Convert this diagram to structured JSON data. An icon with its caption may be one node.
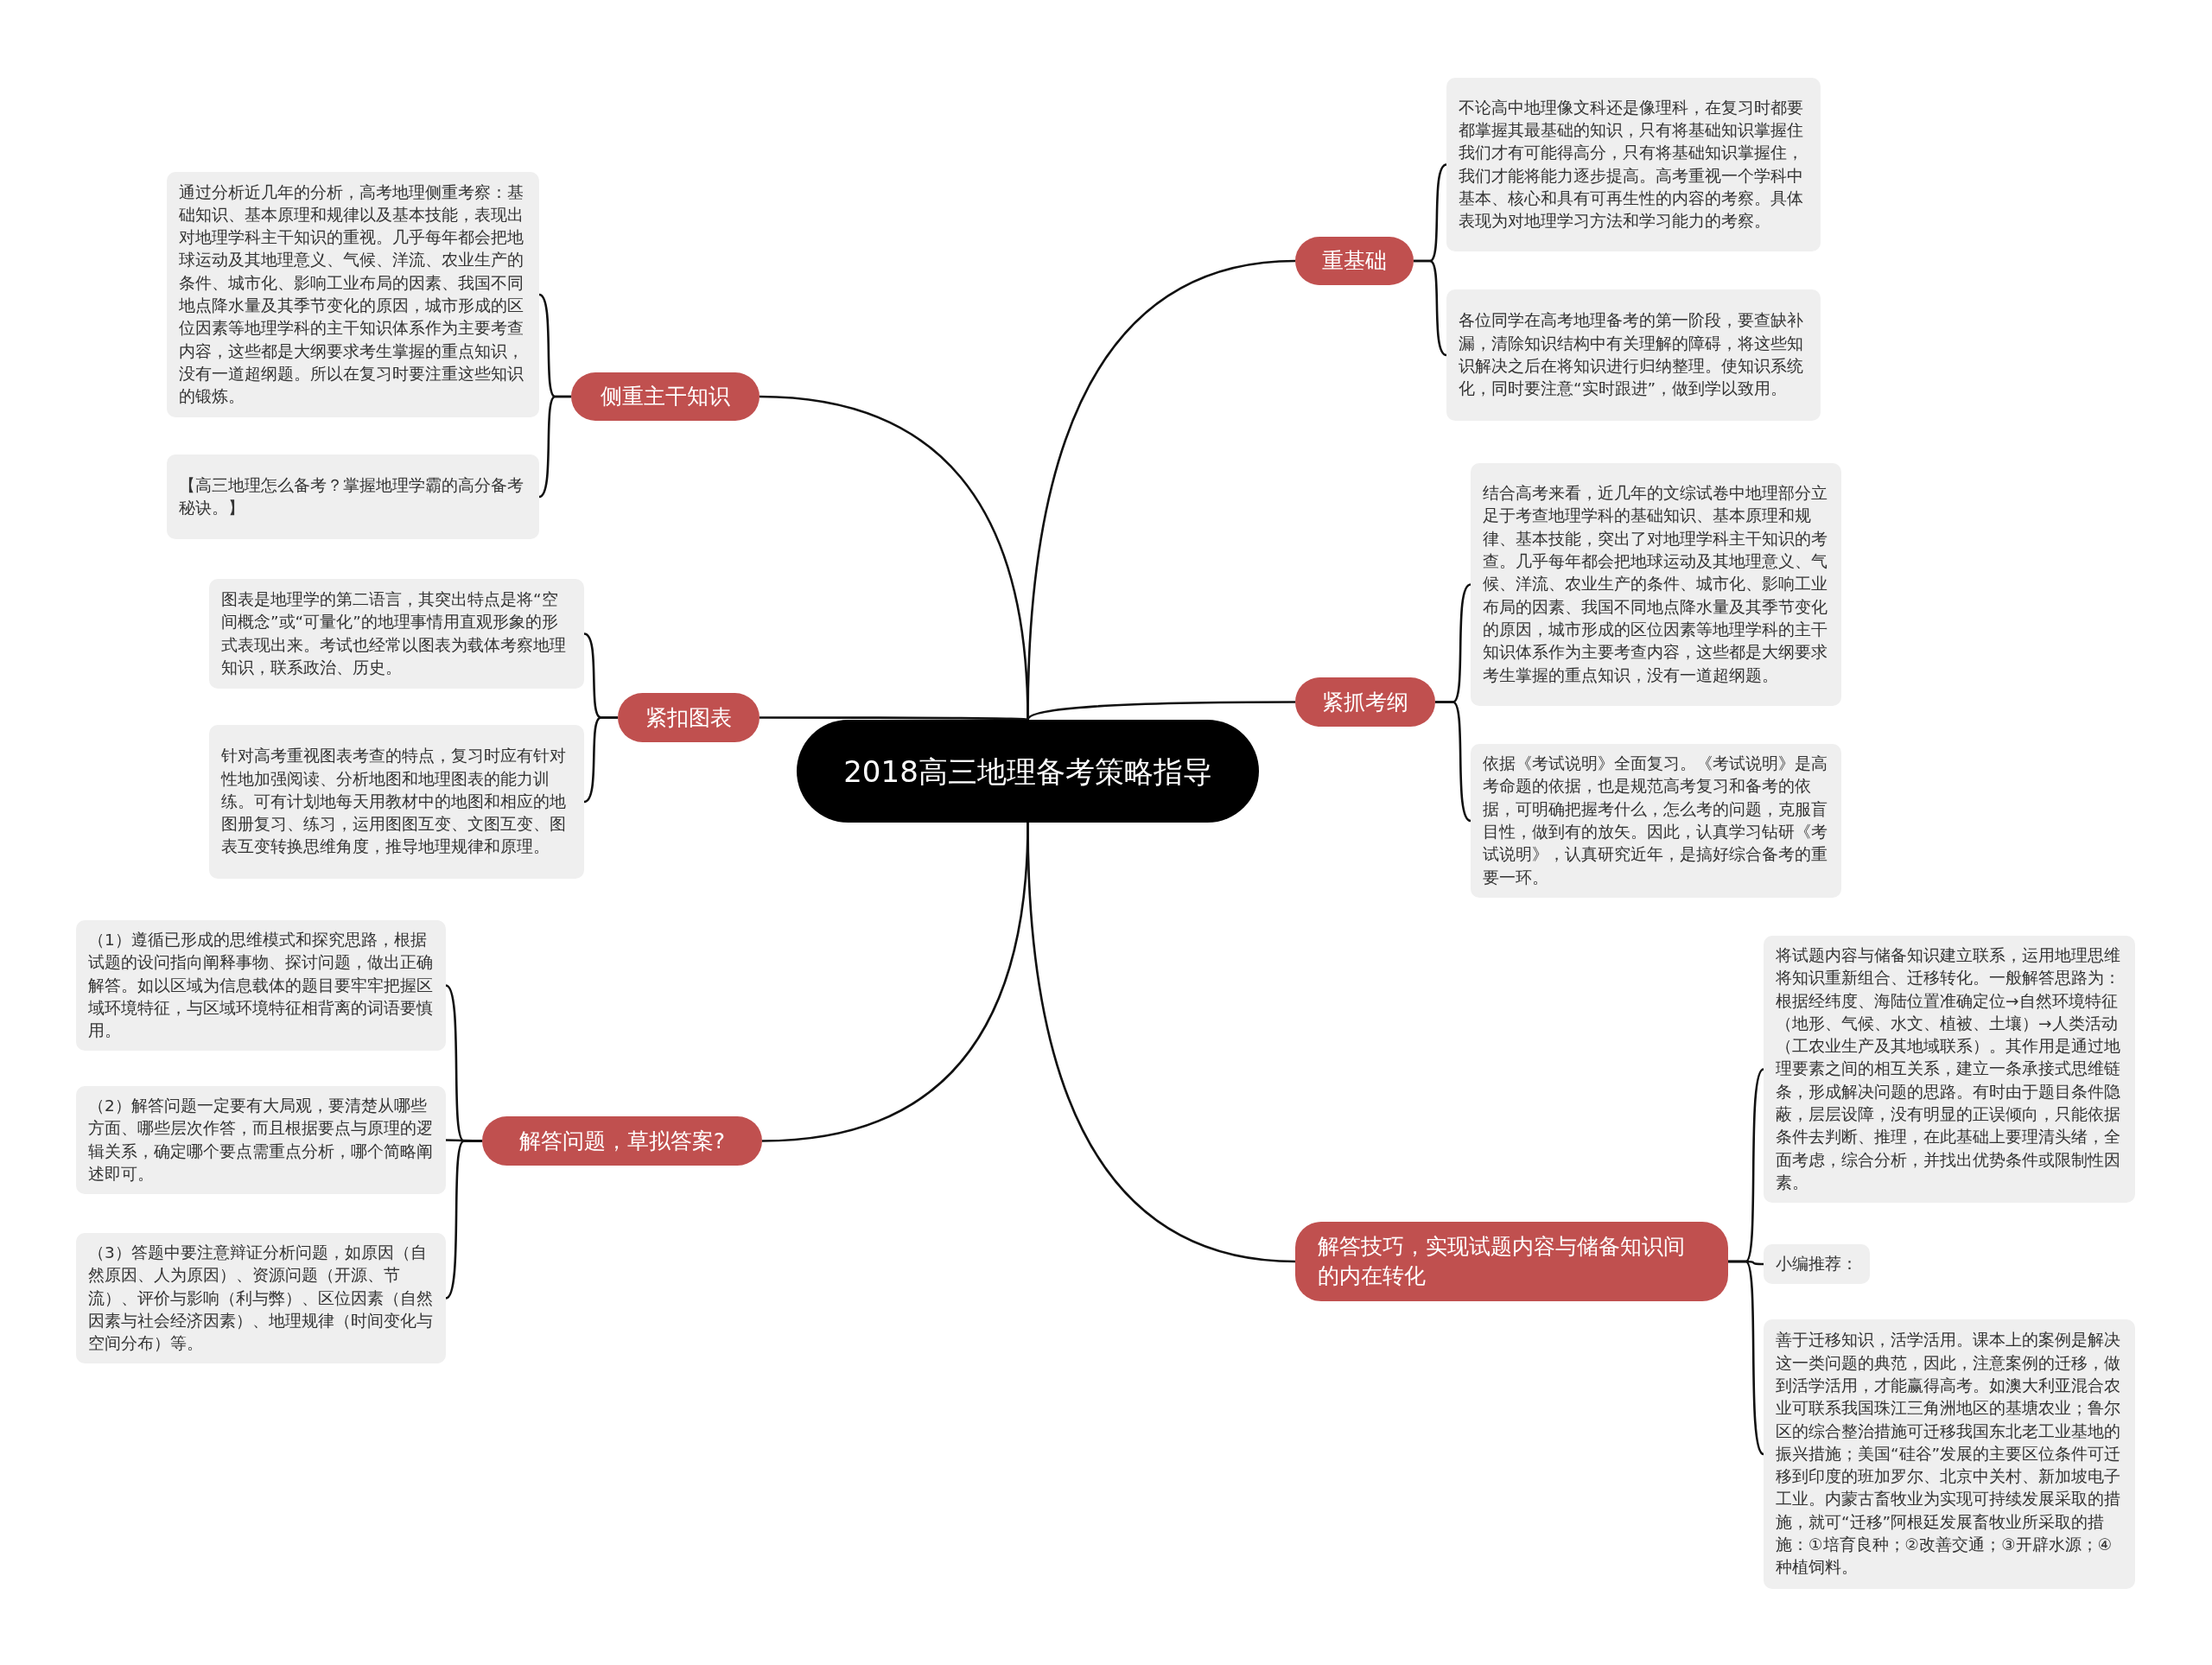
{
  "diagram": {
    "nodes": [
      {
        "text": [
          "2018高三地理备考策略指导"
        ]
      },
      {
        "text": [
          "侧重主干知识"
        ]
      },
      {
        "text": [
          "通过分析近几年的分析，高考地理侧重考察：基础知识、基本原理和规律以及基本技能，表现出对地理学科主干知识的重视。几乎每年都会把地球运动及其地理意义、气候、洋流、农业生产的条件、城市化、影响工业布局的因素、我国不同地点降水量及其季节变化的原因，城市形成的区位因素等地理学科的主干知识体系作为主要考查内容，这些都是大纲要求考生掌握的重点知识，没有一道超纲题。所以在复习时要注重这些知识的锻炼。"
        ]
      },
      {
        "text": [
          "【高三地理怎么备考？掌握地理学霸的高分备考秘诀。】"
        ]
      },
      {
        "text": [
          "紧扣图表"
        ]
      },
      {
        "text": [
          "图表是地理学的第二语言，其突出特点是将“空间概念”或“可量化”的地理事情用直观形象的形式表现出来。考试也经常以图表为载体考察地理知识，联系政治、历史。"
        ]
      },
      {
        "text": [
          "针对高考重视图表考查的特点，复习时应有针对性地加强阅读、分析地图和地理图表的能力训练。可有计划地每天用教材中的地图和相应的地图册复习、练习，运用图图互变、文图互变、图表互变转换思维角度，推导地理规律和原理。"
        ]
      },
      {
        "text": [
          "解答问题，草拟答案?"
        ]
      },
      {
        "text": [
          "（1）遵循已形成的思维模式和探究思路，根据试题的设问指向阐释事物、探讨问题，做出正确解答。如以区域为信息载体的题目要牢牢把握区域环境特征，与区域环境特征相背离的词语要慎用。"
        ]
      },
      {
        "text": [
          "（2）解答问题一定要有大局观，要清楚从哪些方面、哪些层次作答，而且根据要点与原理的逻辑关系，确定哪个要点需重点分析，哪个简略阐述即可。"
        ]
      },
      {
        "text": [
          "（3）答题中要注意辩证分析问题，如原因（自然原因、人为原因）、资源问题（开源、节流）、评价与影响（利与弊）、区位因素（自然因素与社会经济因素）、地理规律（时间变化与空间分布）等。"
        ]
      },
      {
        "text": [
          "重基础"
        ]
      },
      {
        "text": [
          "不论高中地理像文科还是像理科，在复习时都要都掌握其最基础的知识，只有将基础知识掌握住我们才有可能得高分，只有将基础知识掌握住，我们才能将能力逐步提高。高考重视一个学科中基本、核心和具有可再生性的内容的考察。具体表现为对地理学习方法和学习能力的考察。"
        ]
      },
      {
        "text": [
          "各位同学在高考地理备考的第一阶段，要查缺补漏，清除知识结构中有关理解的障碍，将这些知识解决之后在将知识进行归纳整理。使知识系统化，同时要注意“实时跟进”，做到学以致用。"
        ]
      },
      {
        "text": [
          "紧抓考纲"
        ]
      },
      {
        "text": [
          "结合高考来看，近几年的文综试卷中地理部分立足于考查地理学科的基础知识、基本原理和规律、基本技能，突出了对地理学科主干知识的考查。几乎每年都会把地球运动及其地理意义、气候、洋流、农业生产的条件、城市化、影响工业布局的因素、我国不同地点降水量及其季节变化的原因，城市形成的区位因素等地理学科的主干知识体系作为主要考查内容，这些都是大纲要求考生掌握的重点知识，没有一道超纲题。"
        ]
      },
      {
        "text": [
          "依据《考试说明》全面复习。《考试说明》是高考命题的依据，也是规范高考复习和备考的依据，可明确把握考什么，怎么考的问题，克服盲目性，做到有的放矢。因此，认真学习钻研《考试说明》，认真研究近年，是搞好综合备考的重要一环。"
        ]
      },
      {
        "text": [
          "解答技巧，实现试题内容与储备知识间的内在转化"
        ]
      },
      {
        "text": [
          "将试题内容与储备知识建立联系，运用地理思维将知识重新组合、迁移转化。一般解答思路为：根据经纬度、海陆位置准确定位→自然环境特征（地形、气候、水文、植被、土壤）→人类活动（工农业生产及其地域联系）。其作用是通过地理要素之间的相互关系，建立一条承接式思维链条，形成解决问题的思路。有时由于题目条件隐蔽，层层设障，没有明显的正误倾向，只能依据条件去判断、推理，在此基础上要理清头绪，全面考虑，综合分析，并找出优势条件或限制性因素。"
        ]
      },
      {
        "text": [
          "小编推荐："
        ]
      },
      {
        "text": [
          "善于迁移知识，活学活用。课本上的案例是解决这一类问题的典范，因此，注意案例的迁移，做到活学活用，才能赢得高考。如澳大利亚混合农业可联系我国珠江三角洲地区的基塘农业；鲁尔区的综合整治措施可迁移我国东北老工业基地的振兴措施；美国“硅谷”发展的主要区位条件可迁移到印度的班加罗尔、北京中关村、新加坡电子工业。内蒙古畜牧业为实现可持续发展采取的措施，就可“迁移”阿根廷发展畜牧业所采取的措施：①培育良种；②改善交通；③开辟水源；④种植饲料。"
        ]
      }
    ],
    "edges": [
      {
        "from": 0,
        "to": 1,
        "arrow": "none"
      },
      {
        "from": 1,
        "to": 2,
        "arrow": "none"
      },
      {
        "from": 1,
        "to": 3,
        "arrow": "none"
      },
      {
        "from": 0,
        "to": 4,
        "arrow": "none"
      },
      {
        "from": 4,
        "to": 5,
        "arrow": "none"
      },
      {
        "from": 4,
        "to": 6,
        "arrow": "none"
      },
      {
        "from": 0,
        "to": 7,
        "arrow": "none"
      },
      {
        "from": 7,
        "to": 8,
        "arrow": "none"
      },
      {
        "from": 7,
        "to": 9,
        "arrow": "none"
      },
      {
        "from": 7,
        "to": 10,
        "arrow": "none"
      },
      {
        "from": 0,
        "to": 11,
        "arrow": "none"
      },
      {
        "from": 11,
        "to": 12,
        "arrow": "none"
      },
      {
        "from": 11,
        "to": 13,
        "arrow": "none"
      },
      {
        "from": 0,
        "to": 14,
        "arrow": "none"
      },
      {
        "from": 14,
        "to": 15,
        "arrow": "none"
      },
      {
        "from": 14,
        "to": 16,
        "arrow": "none"
      },
      {
        "from": 0,
        "to": 17,
        "arrow": "none"
      },
      {
        "from": 17,
        "to": 18,
        "arrow": "none"
      },
      {
        "from": 17,
        "to": 19,
        "arrow": "none"
      },
      {
        "from": 17,
        "to": 20,
        "arrow": "none"
      }
    ]
  }
}
